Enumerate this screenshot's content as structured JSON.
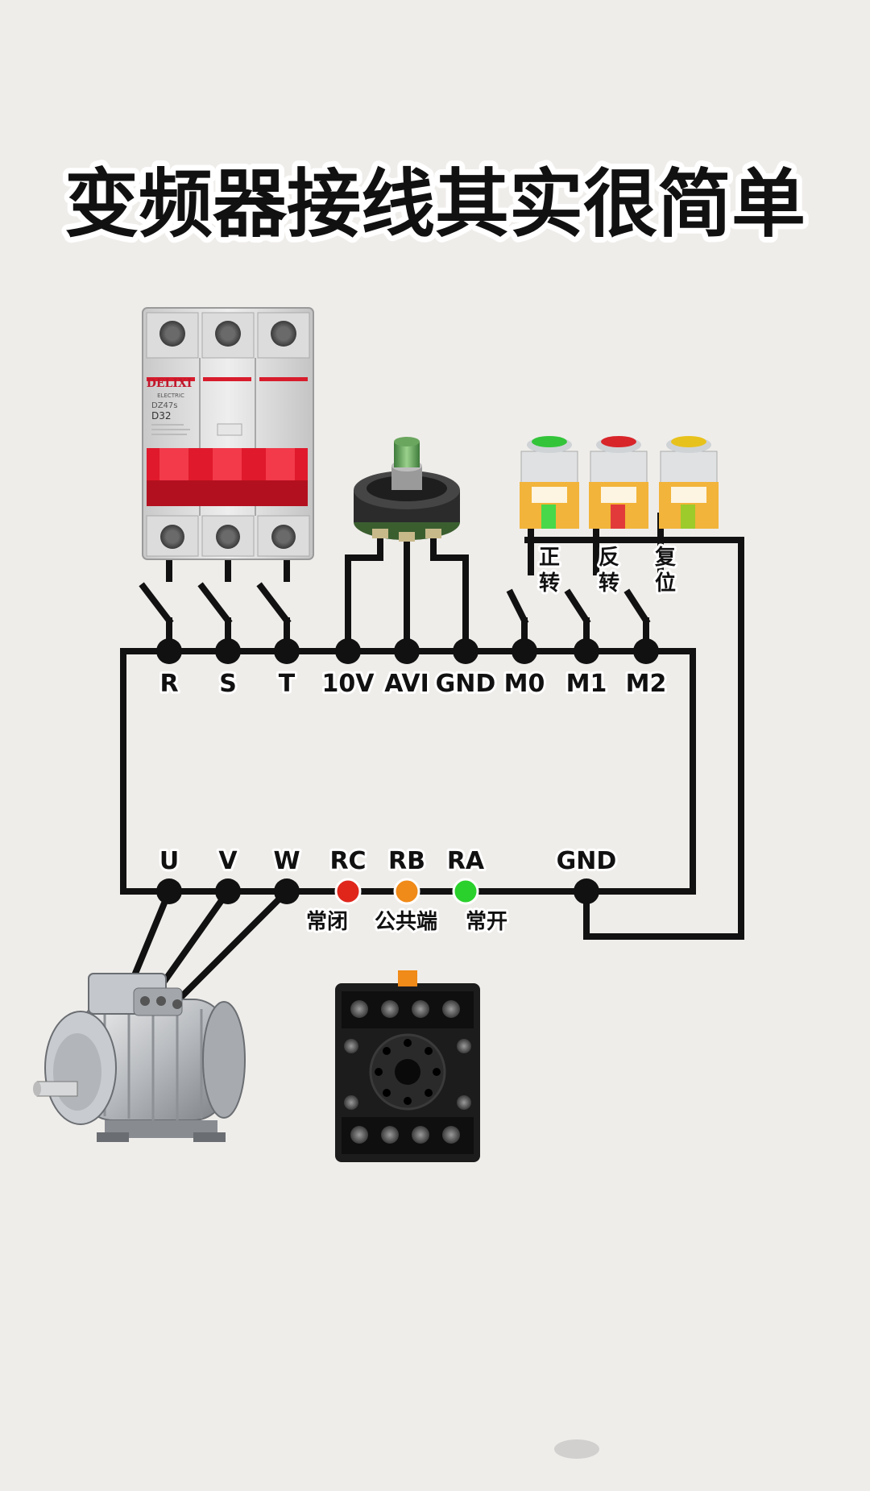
{
  "title": "变频器接线其实很简单",
  "breaker": {
    "brand": "DELIXI",
    "sub": "ELECTRIC",
    "model": "DZ47s",
    "rating": "D32"
  },
  "top_terminals": [
    "R",
    "S",
    "T",
    "10V",
    "AVI",
    "GND",
    "M0",
    "M1",
    "M2"
  ],
  "bottom_terminals": [
    "U",
    "V",
    "W",
    "RC",
    "RB",
    "RA",
    "GND"
  ],
  "button_labels": {
    "forward_1": "正",
    "forward_2": "转",
    "reverse_1": "反",
    "reverse_2": "转",
    "reset_1": "复",
    "reset_2": "位"
  },
  "relay_labels": {
    "nc": "常闭",
    "common": "公共端",
    "no": "常开"
  },
  "colors": {
    "relay_nc": "#e0261b",
    "relay_common": "#f08a18",
    "relay_no": "#2ad12c",
    "breaker_handle": "#e0192c",
    "button_green": "#33c43a",
    "button_red": "#d8252a",
    "button_yellow": "#e8c21c"
  }
}
